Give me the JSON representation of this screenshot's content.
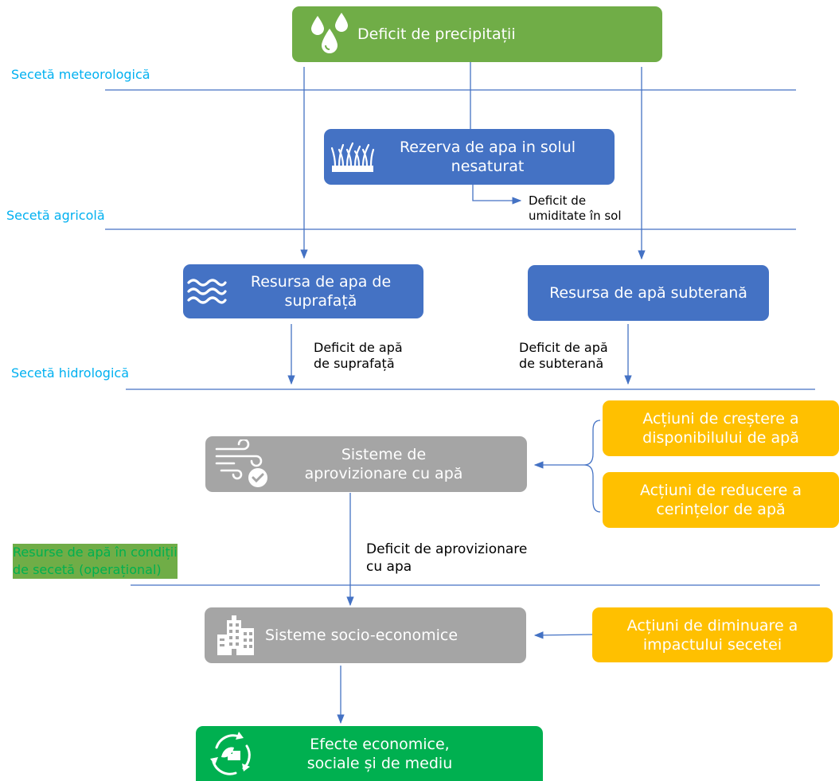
{
  "colors": {
    "precip": "#70ad47",
    "resource": "#4472c4",
    "system": "#a5a5a5",
    "action": "#ffc000",
    "effects": "#00b050",
    "line": "#4472c4",
    "zone_cyan": "#00b0f0",
    "zone_green": "#00b050"
  },
  "zones": {
    "meteo": "Secetă meteorologică",
    "agri": "Secetă agricolă",
    "hydro": "Secetă hidrologică",
    "oper_line1": "Resurse de apă în condiții",
    "oper_line2": "de secetă (operațional)"
  },
  "boxes": {
    "precip": {
      "label": "Deficit de precipitații",
      "icon": "water-drops-icon"
    },
    "soil": {
      "line1": "Rezerva de apa in solul",
      "line2": "nesaturat",
      "icon": "grass-icon"
    },
    "surface": {
      "line1": "Resursa de apa de",
      "line2": "suprafață",
      "icon": "waves-icon"
    },
    "groundwater": {
      "label": "Resursa de apă subterană"
    },
    "supply": {
      "line1": "Sisteme de",
      "line2": "aprovizionare cu apă",
      "icon": "wind-check-icon"
    },
    "socio": {
      "label": "Sisteme socio-economice",
      "icon": "buildings-icon"
    },
    "effects": {
      "line1": "Efecte economice,",
      "line2": "sociale și de mediu",
      "icon": "recycle-icon"
    },
    "action_increase": {
      "line1": "Acțiuni de creștere a",
      "line2": "disponibilului de apă"
    },
    "action_reduce": {
      "line1": "Acțiuni de reducere a",
      "line2": "cerințelor de apă"
    },
    "action_mitigate": {
      "line1": "Acțiuni de diminuare a",
      "line2": "impactului secetei"
    }
  },
  "notes": {
    "soil_deficit": {
      "line1": "Deficit de",
      "line2": "umiditate  în sol"
    },
    "surface_deficit": {
      "line1": "Deficit de apă",
      "line2": "de suprafață"
    },
    "ground_deficit": {
      "line1": "Deficit de apă",
      "line2": "de subterană"
    },
    "supply_deficit": {
      "line1": "Deficit de aprovizionare",
      "line2": "cu apa"
    }
  }
}
